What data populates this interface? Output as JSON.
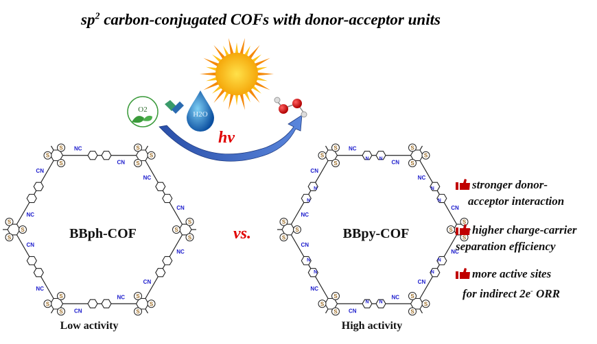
{
  "title": {
    "prefix": "sp",
    "superscript": "2",
    "rest": " carbon-conjugated COFs with donor-acceptor units"
  },
  "reaction": {
    "oxygen_label": "O2",
    "water_label": "H2O",
    "light_label": "hv"
  },
  "left_cof": {
    "name": "BBph-COF",
    "activity": "Low activity"
  },
  "right_cof": {
    "name": "BBpy-COF",
    "activity": "High activity"
  },
  "versus": "vs.",
  "advantages": [
    {
      "line1": "stronger donor-",
      "line2": "acceptor interaction"
    },
    {
      "line1": "higher charge-carrier",
      "line2": "separation efficiency"
    },
    {
      "line1": "more active sites",
      "line2": "for indirect 2e",
      "superscript": "-",
      "line2_end": " ORR"
    }
  ],
  "atom_labels": {
    "sulfur": "S",
    "cyano": "CN",
    "cyano_reversed": "NC",
    "pyridine_n": "N"
  },
  "colors": {
    "accent_red": "#e00000",
    "thumb_red": "#c00000",
    "arrow_blue": "#3a64c0",
    "cyano_blue": "#1a1acc",
    "sulfur_brown": "#a0702a",
    "leaf_green": "#3a9a3a"
  }
}
